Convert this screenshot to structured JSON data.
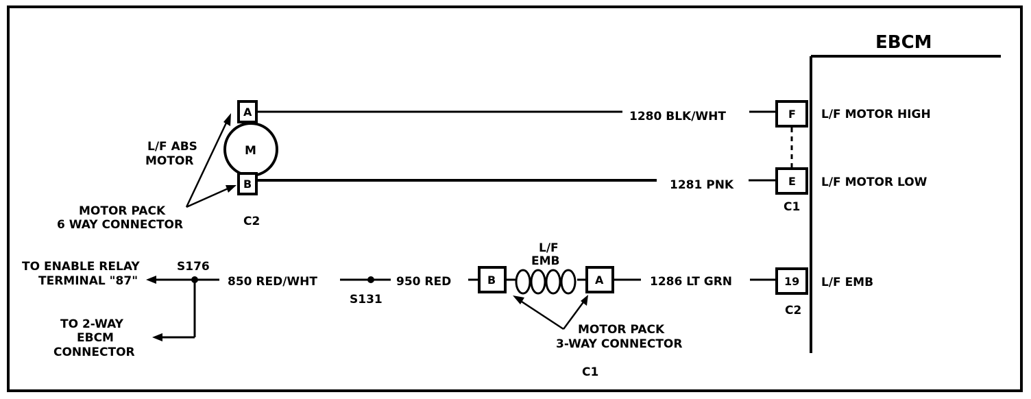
{
  "title": "EBCM",
  "motor": {
    "symbol": "M",
    "label_line1": "L/F ABS",
    "label_line2": "MOTOR",
    "pin_a": "A",
    "pin_b": "B",
    "connector": "C2"
  },
  "motor_pack_6way": {
    "line1": "MOTOR PACK",
    "line2": "6 WAY CONNECTOR"
  },
  "wires": {
    "w1280": "1280 BLK/WHT",
    "w1281": "1281 PNK",
    "w850": "850 RED/WHT",
    "w950": "950 RED",
    "w1286": "1286 LT GRN"
  },
  "ebcm_pins": {
    "f": "F",
    "e": "E",
    "c1": "C1",
    "p19": "19",
    "c2": "C2"
  },
  "ebcm_labels": {
    "motor_high": "L/F MOTOR HIGH",
    "motor_low": "L/F MOTOR LOW",
    "emb": "L/F EMB"
  },
  "splices": {
    "s176": "S176",
    "s131": "S131"
  },
  "to_enable": {
    "line1": "TO ENABLE RELAY",
    "line2": "TERMINAL \"87\""
  },
  "to_2way": {
    "line1": "TO 2-WAY",
    "line2": "EBCM",
    "line3": "CONNECTOR"
  },
  "emb": {
    "label_line1": "L/F",
    "label_line2": "EMB",
    "pin_b": "B",
    "pin_a": "A",
    "connector": "C1"
  },
  "motor_pack_3way": {
    "line1": "MOTOR PACK",
    "line2": "3-WAY CONNECTOR"
  }
}
